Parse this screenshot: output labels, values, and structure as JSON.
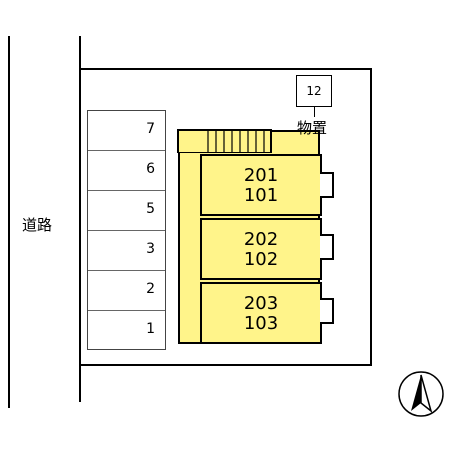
{
  "road": {
    "label": "道路"
  },
  "parking": {
    "slots": [
      "7",
      "6",
      "5",
      "3",
      "2",
      "1"
    ]
  },
  "units": [
    {
      "top": "201",
      "bottom": "101"
    },
    {
      "top": "202",
      "bottom": "102"
    },
    {
      "top": "203",
      "bottom": "103"
    }
  ],
  "storage": {
    "number": "12",
    "label": "物置"
  },
  "colors": {
    "building": "#fff48a",
    "line": "#000000"
  },
  "compass": {
    "icon": "north-arrow-icon"
  }
}
